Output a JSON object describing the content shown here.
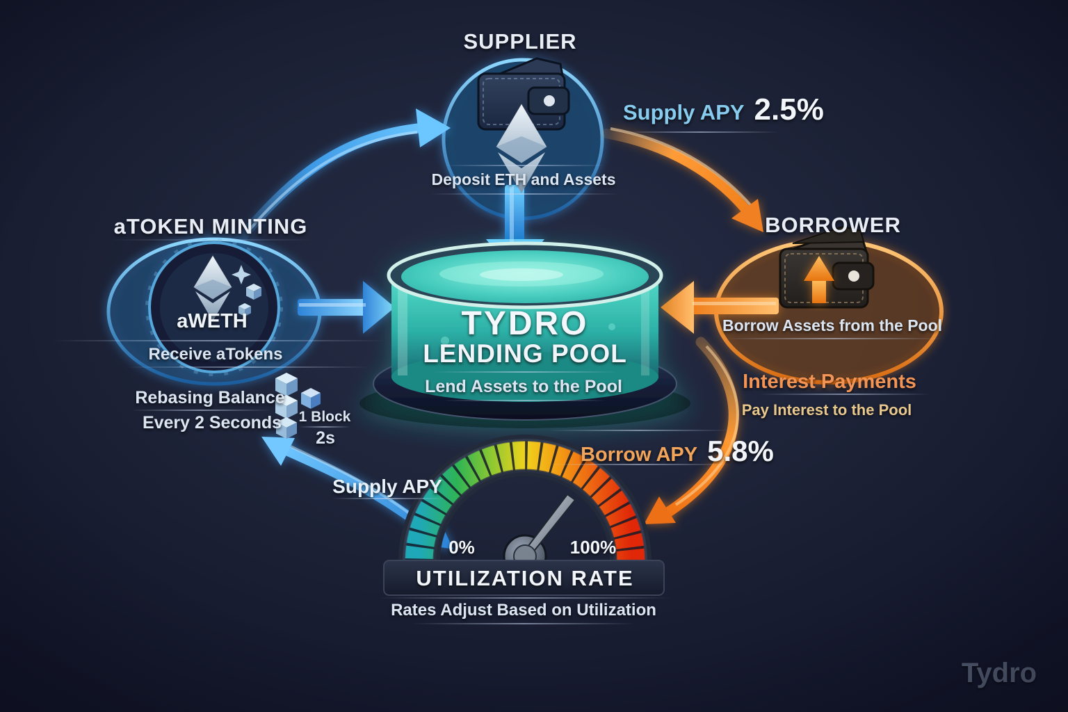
{
  "supplier": {
    "title": "SUPPLIER",
    "caption": "Deposit ETH and Assets"
  },
  "supply_apy_top": {
    "label": "Supply APY",
    "value": "2.5%"
  },
  "borrower": {
    "title": "BORROWER",
    "caption": "Borrow Assets from the Pool"
  },
  "interest": {
    "title": "Interest Payments",
    "caption": "Pay Interest to the Pool"
  },
  "borrow_apy": {
    "label": "Borrow APY",
    "value": "5.8%"
  },
  "pool": {
    "title_line1": "TYDRO",
    "title_line2": "LENDING POOL",
    "caption": "Lend Assets to the Pool"
  },
  "atoken": {
    "title": "aTOKEN MINTING",
    "token_label": "aWETH",
    "caption": "Receive aTokens"
  },
  "rebasing": {
    "line1": "Rebasing Balance",
    "line2": "Every 2 Seconds",
    "block_label": "1 Block",
    "block_time": "2s"
  },
  "supply_apy_bottom": {
    "label": "Supply APY"
  },
  "gauge": {
    "title": "UTILIZATION RATE",
    "caption": "Rates Adjust Based on Utilization",
    "min_label": "0%",
    "max_label": "100%"
  },
  "watermark": "Tydro",
  "colors": {
    "background": "#1e2439",
    "blue_accent": "#4aa8f0",
    "orange_accent": "#f08a28",
    "pool_teal": "#45d4c2",
    "supply_label_blue": "#87cbee",
    "interest_orange": "#f29455",
    "gauge_start_teal": "#1fa8b8",
    "gauge_end_red": "#e02808",
    "watermark_gray": "#5a6279"
  }
}
